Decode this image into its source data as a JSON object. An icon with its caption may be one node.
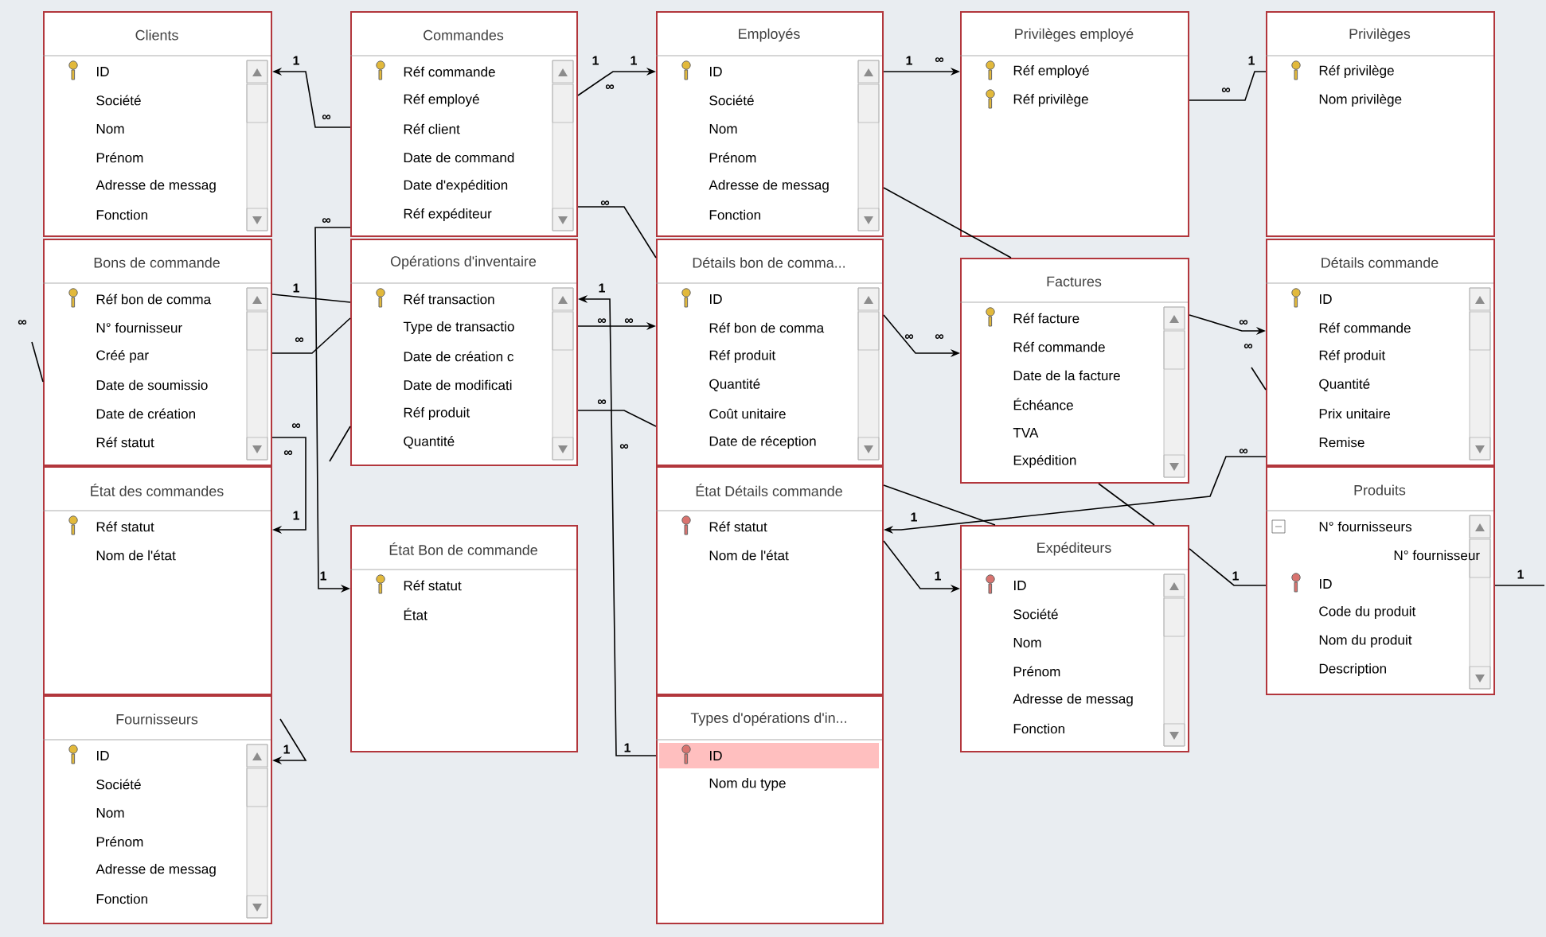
{
  "diagram": {
    "nodes": [
      {
        "text": [
          "Clients",
          "ID",
          "Société",
          "Nom",
          "Prénom",
          "Adresse de messag",
          "Fonction"
        ]
      },
      {
        "text": [
          "Commandes",
          "Réf commande",
          "Réf employé",
          "Réf client",
          "Date de command",
          "Date d'expédition",
          "Réf expéditeur"
        ]
      },
      {
        "text": [
          "Employés",
          "ID",
          "Société",
          "Nom",
          "Prénom",
          "Adresse de messag",
          "Fonction"
        ]
      },
      {
        "text": [
          "Privilèges employé",
          "Réf employé",
          "Réf privilège"
        ]
      },
      {
        "text": [
          "Privilèges",
          "Réf privilège",
          "Nom privilège"
        ]
      },
      {
        "text": [
          "Bons de commande",
          "Réf bon de comma",
          "N° fournisseur",
          "Créé par",
          "Date de soumissio",
          "Date de création",
          "Réf statut"
        ]
      },
      {
        "text": [
          "Opérations d'inventaire",
          "Réf transaction",
          "Type de transactio",
          "Date de création c",
          "Date de modificati",
          "Réf produit",
          "Quantité"
        ]
      },
      {
        "text": [
          "Détails bon de comma...",
          "ID",
          "Réf bon de comma",
          "Réf produit",
          "Quantité",
          "Coût unitaire",
          "Date de réception"
        ]
      },
      {
        "text": [
          "Factures",
          "Réf facture",
          "Réf commande",
          "Date de la facture",
          "Échéance",
          "TVA",
          "Expédition"
        ]
      },
      {
        "text": [
          "Détails commande",
          "ID",
          "Réf commande",
          "Réf produit",
          "Quantité",
          "Prix unitaire",
          "Remise"
        ]
      },
      {
        "text": [
          "État des commandes",
          "Réf statut",
          "Nom de l'état"
        ]
      },
      {
        "text": [
          "État Bon de commande",
          "Réf statut",
          "État"
        ]
      },
      {
        "text": [
          "État Détails commande",
          "Réf statut",
          "Nom de l'état"
        ]
      },
      {
        "text": [
          "Expéditeurs",
          "ID",
          "Société",
          "Nom",
          "Prénom",
          "Adresse de messag",
          "Fonction"
        ]
      },
      {
        "text": [
          "Produits",
          "N° fournisseurs",
          "N° fournisseur",
          "ID",
          "Code du produit",
          "Nom du produit",
          "Description"
        ]
      },
      {
        "text": [
          "Fournisseurs",
          "ID",
          "Société",
          "Nom",
          "Prénom",
          "Adresse de messag",
          "Fonction"
        ]
      },
      {
        "text": [
          "Types d'opérations d'in...",
          "ID",
          "Nom du type"
        ]
      }
    ],
    "edges": [
      {
        "from": 1,
        "to": 0,
        "arrow": "to"
      },
      {
        "from": 1,
        "to": 2,
        "arrow": "to"
      },
      {
        "from": 2,
        "to": 3,
        "arrow": "to"
      },
      {
        "from": 3,
        "to": 4,
        "arrow": "none"
      },
      {
        "from": 2,
        "to": 8,
        "arrow": "none"
      },
      {
        "from": 1,
        "to": 7,
        "arrow": "none"
      },
      {
        "from": 5,
        "to": null,
        "arrow": "none"
      },
      {
        "from": 5,
        "to": 6,
        "arrow": "none"
      },
      {
        "from": 6,
        "to": 5,
        "arrow": "none"
      },
      {
        "from": 1,
        "to": 11,
        "arrow": "to"
      },
      {
        "from": 5,
        "to": 10,
        "arrow": "to"
      },
      {
        "from": 6,
        "to": null,
        "arrow": "none"
      },
      {
        "from": null,
        "to": 15,
        "arrow": "to"
      },
      {
        "from": 16,
        "to": 6,
        "arrow": "to"
      },
      {
        "from": 6,
        "to": 7,
        "arrow": "to"
      },
      {
        "from": 6,
        "to": 7,
        "arrow": "none"
      },
      {
        "from": 7,
        "to": 8,
        "arrow": "to"
      },
      {
        "from": 8,
        "to": 9,
        "arrow": "to"
      },
      {
        "from": 9,
        "to": null,
        "arrow": "none"
      },
      {
        "from": 9,
        "to": 12,
        "arrow": "to"
      },
      {
        "from": 12,
        "to": 13,
        "arrow": "to"
      },
      {
        "from": 12,
        "to": 13,
        "arrow": "none"
      },
      {
        "from": 8,
        "to": 13,
        "arrow": "none"
      },
      {
        "from": 13,
        "to": 14,
        "arrow": "none"
      },
      {
        "from": 14,
        "to": null,
        "arrow": "none"
      }
    ],
    "labels": [
      "1",
      "∞",
      "1",
      "1",
      "∞",
      "1",
      "∞",
      "∞",
      "1",
      "∞",
      "∞",
      "∞",
      "1",
      "∞",
      "∞",
      "∞",
      "1",
      "∞",
      "∞",
      "∞",
      "∞",
      "∞",
      "∞",
      "∞",
      "∞",
      "∞",
      "1",
      "1",
      "1",
      "1",
      "1",
      "1",
      "1",
      "1"
    ]
  }
}
